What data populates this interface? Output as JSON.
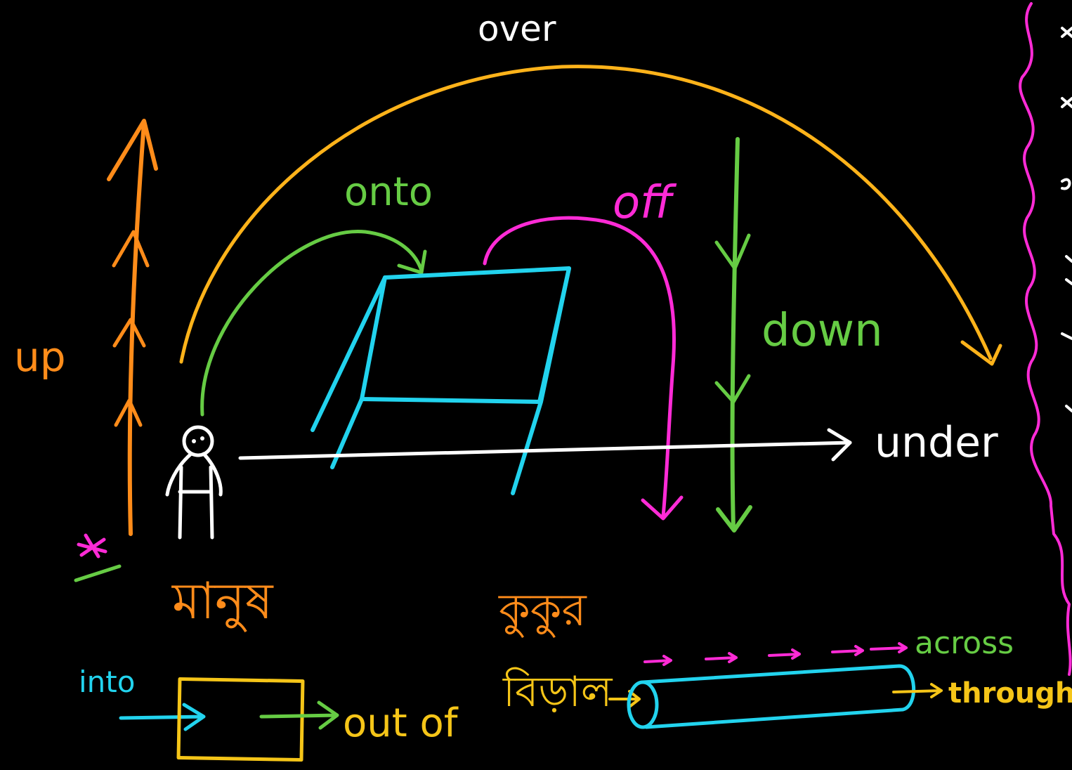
{
  "colors": {
    "background": "#000000",
    "white": "#ffffff",
    "orange": "#ff8c1a",
    "yellow": "#ffb31a",
    "green": "#66cc44",
    "pink": "#ff2bd6",
    "cyan": "#22d3ee",
    "gold": "#f5c518"
  },
  "labels": {
    "over": "over",
    "onto": "onto",
    "off": "off",
    "down": "down",
    "up": "up",
    "under": "under",
    "into": "into",
    "out_of": "out of",
    "across": "across",
    "through": "through",
    "cat": "বিড়াল",
    "dog": "কুকুর",
    "person": "মানুষ"
  }
}
